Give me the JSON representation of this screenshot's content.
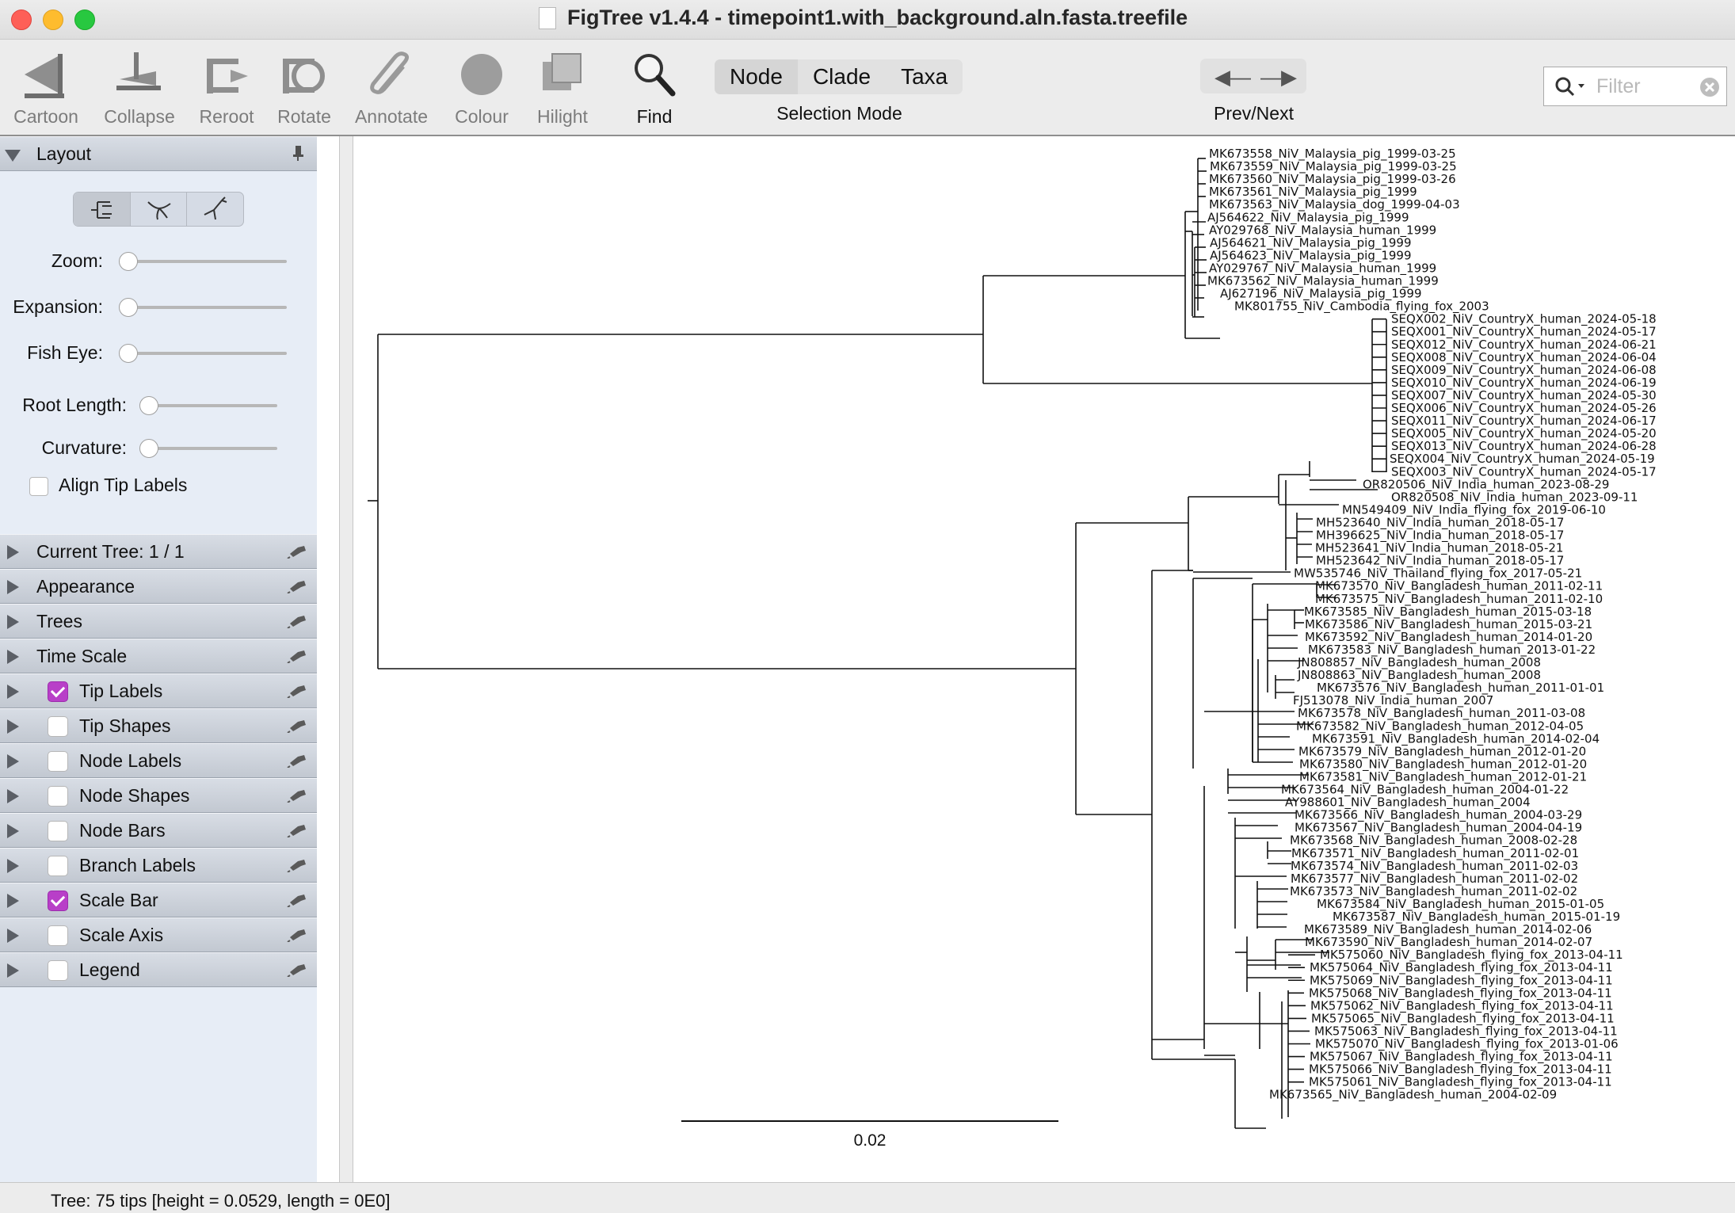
{
  "window": {
    "title": "FigTree v1.4.4 - timepoint1.with_background.aln.fasta.treefile",
    "traffic_lights": [
      "#fe5f57",
      "#febc2e",
      "#28c840"
    ]
  },
  "toolbar": {
    "tools": [
      {
        "label": "Cartoon",
        "icon": "cartoon-icon"
      },
      {
        "label": "Collapse",
        "icon": "collapse-icon"
      },
      {
        "label": "Reroot",
        "icon": "reroot-icon"
      },
      {
        "label": "Rotate",
        "icon": "rotate-icon"
      },
      {
        "label": "Annotate",
        "icon": "annotate-icon"
      },
      {
        "label": "Colour",
        "icon": "colour-icon"
      },
      {
        "label": "Hilight",
        "icon": "hilight-icon"
      },
      {
        "label": "Find",
        "icon": "find-icon"
      }
    ],
    "selection_mode": {
      "options": [
        "Node",
        "Clade",
        "Taxa"
      ],
      "selected": "Node",
      "caption": "Selection Mode"
    },
    "prev_next": {
      "caption": "Prev/Next"
    },
    "filter": {
      "placeholder": "Filter"
    }
  },
  "sidebar": {
    "layout": {
      "title": "Layout",
      "sliders": [
        {
          "label": "Zoom:",
          "value": 0
        },
        {
          "label": "Expansion:",
          "value": 0
        },
        {
          "label": "Fish Eye:",
          "value": 0
        },
        {
          "label": "Root Length:",
          "value": 0
        },
        {
          "label": "Curvature:",
          "value": 0
        }
      ],
      "align_tip_labels": {
        "label": "Align Tip Labels",
        "checked": false
      }
    },
    "sections": [
      {
        "title": "Current Tree: 1 / 1",
        "checkbox": null
      },
      {
        "title": "Appearance",
        "checkbox": null
      },
      {
        "title": "Trees",
        "checkbox": null
      },
      {
        "title": "Time Scale",
        "checkbox": null
      },
      {
        "title": "Tip Labels",
        "checkbox": true
      },
      {
        "title": "Tip Shapes",
        "checkbox": false
      },
      {
        "title": "Node Labels",
        "checkbox": false
      },
      {
        "title": "Node Shapes",
        "checkbox": false
      },
      {
        "title": "Node Bars",
        "checkbox": false
      },
      {
        "title": "Branch Labels",
        "checkbox": false
      },
      {
        "title": "Scale Bar",
        "checkbox": true
      },
      {
        "title": "Scale Axis",
        "checkbox": false
      },
      {
        "title": "Legend",
        "checkbox": false
      }
    ],
    "accent_color": "#b83fc8"
  },
  "tree": {
    "tips": [
      "MK673558_NiV_Malaysia_pig_1999-03-25",
      "MK673559_NiV_Malaysia_pig_1999-03-25",
      "MK673560_NiV_Malaysia_pig_1999-03-26",
      "MK673561_NiV_Malaysia_pig_1999",
      "MK673563_NiV_Malaysia_dog_1999-04-03",
      "AJ564622_NiV_Malaysia_pig_1999",
      "AY029768_NiV_Malaysia_human_1999",
      "AJ564621_NiV_Malaysia_pig_1999",
      "AJ564623_NiV_Malaysia_pig_1999",
      "AY029767_NiV_Malaysia_human_1999",
      "MK673562_NiV_Malaysia_human_1999",
      "AJ627196_NiV_Malaysia_pig_1999",
      "MK801755_NiV_Cambodia_flying_fox_2003",
      "SEQX002_NiV_CountryX_human_2024-05-18",
      "SEQX001_NiV_CountryX_human_2024-05-17",
      "SEQX012_NiV_CountryX_human_2024-06-21",
      "SEQX008_NiV_CountryX_human_2024-06-04",
      "SEQX009_NiV_CountryX_human_2024-06-08",
      "SEQX010_NiV_CountryX_human_2024-06-19",
      "SEQX007_NiV_CountryX_human_2024-05-30",
      "SEQX006_NiV_CountryX_human_2024-05-26",
      "SEQX011_NiV_CountryX_human_2024-06-17",
      "SEQX005_NiV_CountryX_human_2024-05-20",
      "SEQX013_NiV_CountryX_human_2024-06-28",
      "SEQX004_NiV_CountryX_human_2024-05-19",
      "SEQX003_NiV_CountryX_human_2024-05-17",
      "OR820506_NiV_India_human_2023-08-29",
      "OR820508_NiV_India_human_2023-09-11",
      "MN549409_NiV_India_flying_fox_2019-06-10",
      "MH523640_NiV_India_human_2018-05-17",
      "MH396625_NiV_India_human_2018-05-17",
      "MH523641_NiV_India_human_2018-05-21",
      "MH523642_NiV_India_human_2018-05-17",
      "MW535746_NiV_Thailand_flying_fox_2017-05-21",
      "MK673570_NiV_Bangladesh_human_2011-02-11",
      "MK673575_NiV_Bangladesh_human_2011-02-10",
      "MK673585_NiV_Bangladesh_human_2015-03-18",
      "MK673586_NiV_Bangladesh_human_2015-03-21",
      "MK673592_NiV_Bangladesh_human_2014-01-20",
      "MK673583_NiV_Bangladesh_human_2013-01-22",
      "JN808857_NiV_Bangladesh_human_2008",
      "JN808863_NiV_Bangladesh_human_2008",
      "MK673576_NiV_Bangladesh_human_2011-01-01",
      "FJ513078_NiV_India_human_2007",
      "MK673578_NiV_Bangladesh_human_2011-03-08",
      "MK673582_NiV_Bangladesh_human_2012-04-05",
      "MK673591_NiV_Bangladesh_human_2014-02-04",
      "MK673579_NiV_Bangladesh_human_2012-01-20",
      "MK673580_NiV_Bangladesh_human_2012-01-20",
      "MK673581_NiV_Bangladesh_human_2012-01-21",
      "MK673564_NiV_Bangladesh_human_2004-01-22",
      "AY988601_NiV_Bangladesh_human_2004",
      "MK673566_NiV_Bangladesh_human_2004-03-29",
      "MK673567_NiV_Bangladesh_human_2004-04-19",
      "MK673568_NiV_Bangladesh_human_2008-02-28",
      "MK673571_NiV_Bangladesh_human_2011-02-01",
      "MK673574_NiV_Bangladesh_human_2011-02-03",
      "MK673577_NiV_Bangladesh_human_2011-02-02",
      "MK673573_NiV_Bangladesh_human_2011-02-02",
      "MK673584_NiV_Bangladesh_human_2015-01-05",
      "MK673587_NiV_Bangladesh_human_2015-01-19",
      "MK673589_NiV_Bangladesh_human_2014-02-06",
      "MK673590_NiV_Bangladesh_human_2014-02-07",
      "MK575060_NiV_Bangladesh_flying_fox_2013-04-11",
      "MK575064_NiV_Bangladesh_flying_fox_2013-04-11",
      "MK575069_NiV_Bangladesh_flying_fox_2013-04-11",
      "MK575068_NiV_Bangladesh_flying_fox_2013-04-11",
      "MK575062_NiV_Bangladesh_flying_fox_2013-04-11",
      "MK575065_NiV_Bangladesh_flying_fox_2013-04-11",
      "MK575063_NiV_Bangladesh_flying_fox_2013-04-11",
      "MK575070_NiV_Bangladesh_flying_fox_2013-01-06",
      "MK575067_NiV_Bangladesh_flying_fox_2013-04-11",
      "MK575066_NiV_Bangladesh_flying_fox_2013-04-11",
      "MK575061_NiV_Bangladesh_flying_fox_2013-04-11",
      "MK673565_NiV_Bangladesh_human_2004-02-09"
    ],
    "scale_bar": {
      "value": 0.02,
      "label": "0.02"
    }
  },
  "status": {
    "text": "Tree: 75 tips [height = 0.0529, length = 0E0]"
  }
}
